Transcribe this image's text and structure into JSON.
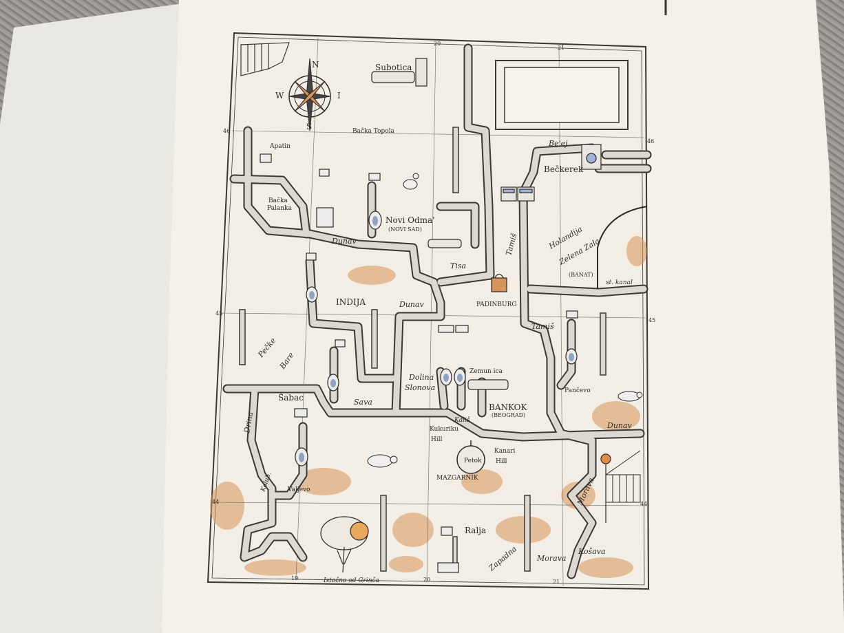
{
  "map": {
    "compass": {
      "n": "N",
      "s": "S",
      "w": "W",
      "e": "I"
    },
    "grid_top": [
      "20",
      "21"
    ],
    "grid_bottom": [
      "19",
      "20",
      "21"
    ],
    "grid_left": [
      "46",
      "45",
      "44"
    ],
    "grid_right": [
      "46",
      "45",
      "44"
    ],
    "bottom_note": "Istočno od Grinča",
    "places": {
      "subotica": "Subotica",
      "backa_topola": "Bačka Topola",
      "apatin": "Apatin",
      "backa_palanka_1": "Bačka",
      "backa_palanka_2": "Palanka",
      "novi_odmar": "Novi Odma'",
      "novi_sad": "(NOVI SAD)",
      "beckerek": "Bečkerek",
      "bega": "Be'ej",
      "holandija": "Holandija",
      "zelena_zala": "Zelena Zala",
      "banat": "(BANAT)",
      "kanal": "st. kanal",
      "dunav_1": "Dunav",
      "tisa": "Tisa",
      "tamis_1": "Tamiš",
      "indija": "INDIJA",
      "dunav_2": "Dunav",
      "padinburg": "PADINBURG",
      "tamis_2": "Tamiš",
      "pecke_bare_1": "Pečke",
      "pecke_bare_2": "Bare",
      "dolina_1": "Dolina",
      "dolina_2": "Slonova",
      "zemunica": "Zemun ica",
      "pancevo": "Pančevo",
      "sabac": "Šabac",
      "sava": "Sava",
      "bankok": "BANKOK",
      "beograd": "(BEOGRAD)",
      "drina": "Drina",
      "kalis": "Kališ",
      "kukuriku_1": "Kukuriku",
      "kukuriku_2": "Hill",
      "dunav_3": "Dunav",
      "petok": "Petok",
      "kanari_1": "Kanari",
      "kanari_2": "Hill",
      "mazgarnik": "MAZGARNIK",
      "kolubara": "Kolub.",
      "valjevo": "Valjevo",
      "morava": "Morava",
      "ralja": "Ralja",
      "zapadna": "Zapadna",
      "morava_2": "Morava",
      "kosava": "Košava"
    }
  },
  "colors": {
    "paper": "#f3f0e9",
    "ink": "#2c2a28",
    "pipe": "#dcd9d2",
    "stain": "#d7945a"
  }
}
